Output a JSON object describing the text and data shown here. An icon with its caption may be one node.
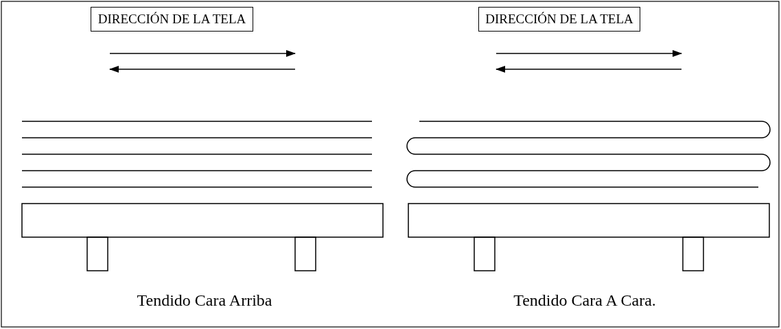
{
  "diagram": {
    "nodes": [
      {
        "text": [
          "DIRECCIÓN DE LA TELA"
        ]
      },
      {
        "text": [
          "DIRECCIÓN DE LA TELA"
        ]
      }
    ],
    "edges": [],
    "labels": [
      "Tendido Cara Arriba",
      "Tendido Cara A Cara."
    ]
  }
}
